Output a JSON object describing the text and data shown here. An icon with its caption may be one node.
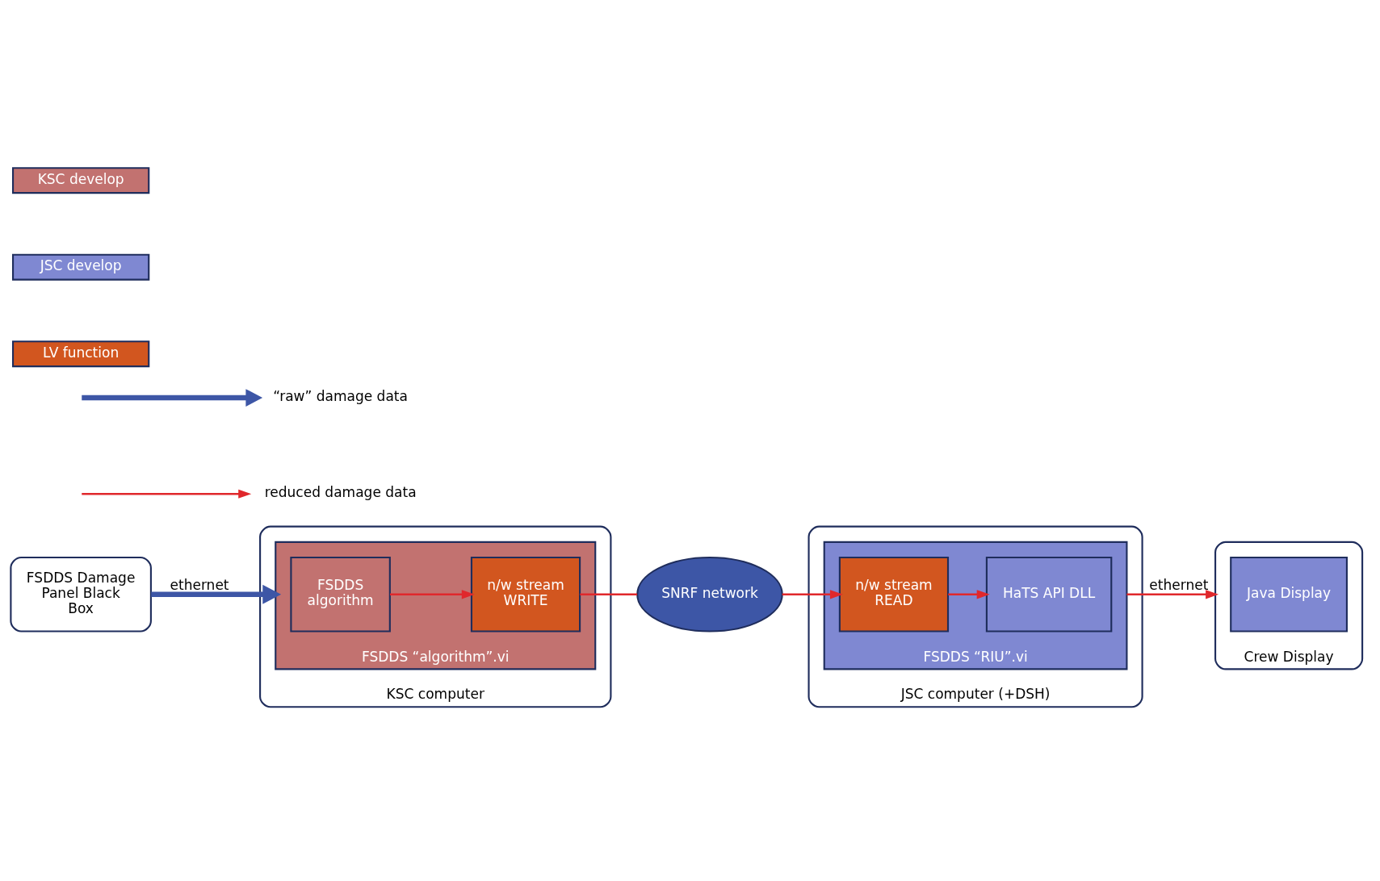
{
  "diagram": {
    "nodes": [
      {
        "text": [
          "FSDDS Damage Panel Black Box"
        ]
      },
      {
        "text": [
          "KSC computer"
        ]
      },
      {
        "text": [
          "FSDDS “algorithm”.vi"
        ],
        "in": 1
      },
      {
        "text": [
          "FSDDS algorithm"
        ],
        "in": 2
      },
      {
        "text": [
          "n/w stream WRITE"
        ],
        "in": 2
      },
      {
        "text": [
          "SNRF network"
        ]
      },
      {
        "text": [
          "JSC computer (+DSH)"
        ]
      },
      {
        "text": [
          "FSDDS “RIU”.vi"
        ],
        "in": 6
      },
      {
        "text": [
          "n/w stream READ"
        ],
        "in": 7
      },
      {
        "text": [
          "HaTS API DLL"
        ],
        "in": 7
      },
      {
        "text": [
          "Crew Display"
        ]
      },
      {
        "text": [
          "Java Display"
        ],
        "in": 10
      }
    ],
    "edges": [
      {
        "from": 0,
        "to": 2,
        "arrow": "to",
        "label": "ethernet",
        "style": "thick",
        "color": "#3d56a6"
      },
      {
        "from": 3,
        "to": 4,
        "arrow": "to"
      },
      {
        "from": 4,
        "to": 5,
        "arrow": "none"
      },
      {
        "from": 5,
        "to": 8,
        "arrow": "to"
      },
      {
        "from": 8,
        "to": 9,
        "arrow": "to"
      },
      {
        "from": 7,
        "to": 10,
        "arrow": "to",
        "label": "ethernet"
      }
    ],
    "legend": [
      {
        "text": "KSC develop",
        "color": "#c27270"
      },
      {
        "text": "JSC develop",
        "color": "#7f88d2"
      },
      {
        "text": "LV function",
        "color": "#d2561f"
      },
      {
        "text": "“raw” damage data"
      },
      {
        "text": "reduced damage data"
      }
    ]
  }
}
